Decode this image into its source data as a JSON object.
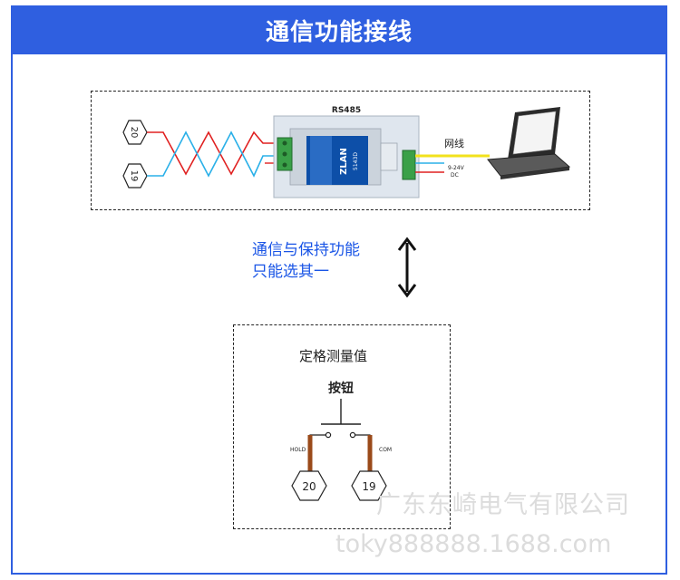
{
  "title": "通信功能接线",
  "top_diagram": {
    "device_title": "RS485",
    "brand": "ZLAN",
    "model": "5143D",
    "network_label": "网线",
    "power_label": "9-24V",
    "power_label2": "DC",
    "terminal_top": "20",
    "terminal_bottom": "19"
  },
  "note_line1": "通信与保持功能",
  "note_line2": "只能选其一",
  "bottom_diagram": {
    "title": "定格测量值",
    "button_label": "按钮",
    "hold_label": "HOLD",
    "com_label": "COM",
    "terminal_left": "20",
    "terminal_right": "19"
  },
  "watermark": {
    "company": "广东东崎电气有限公司",
    "site": "toky888888.1688.com"
  },
  "colors": {
    "accent": "#2f5fe0",
    "note_text": "#1a55e6",
    "wire_red": "#e02020",
    "wire_cyan": "#2ab0e8",
    "wire_brown": "#9a4a1a",
    "terminal_green": "#3aa048"
  }
}
